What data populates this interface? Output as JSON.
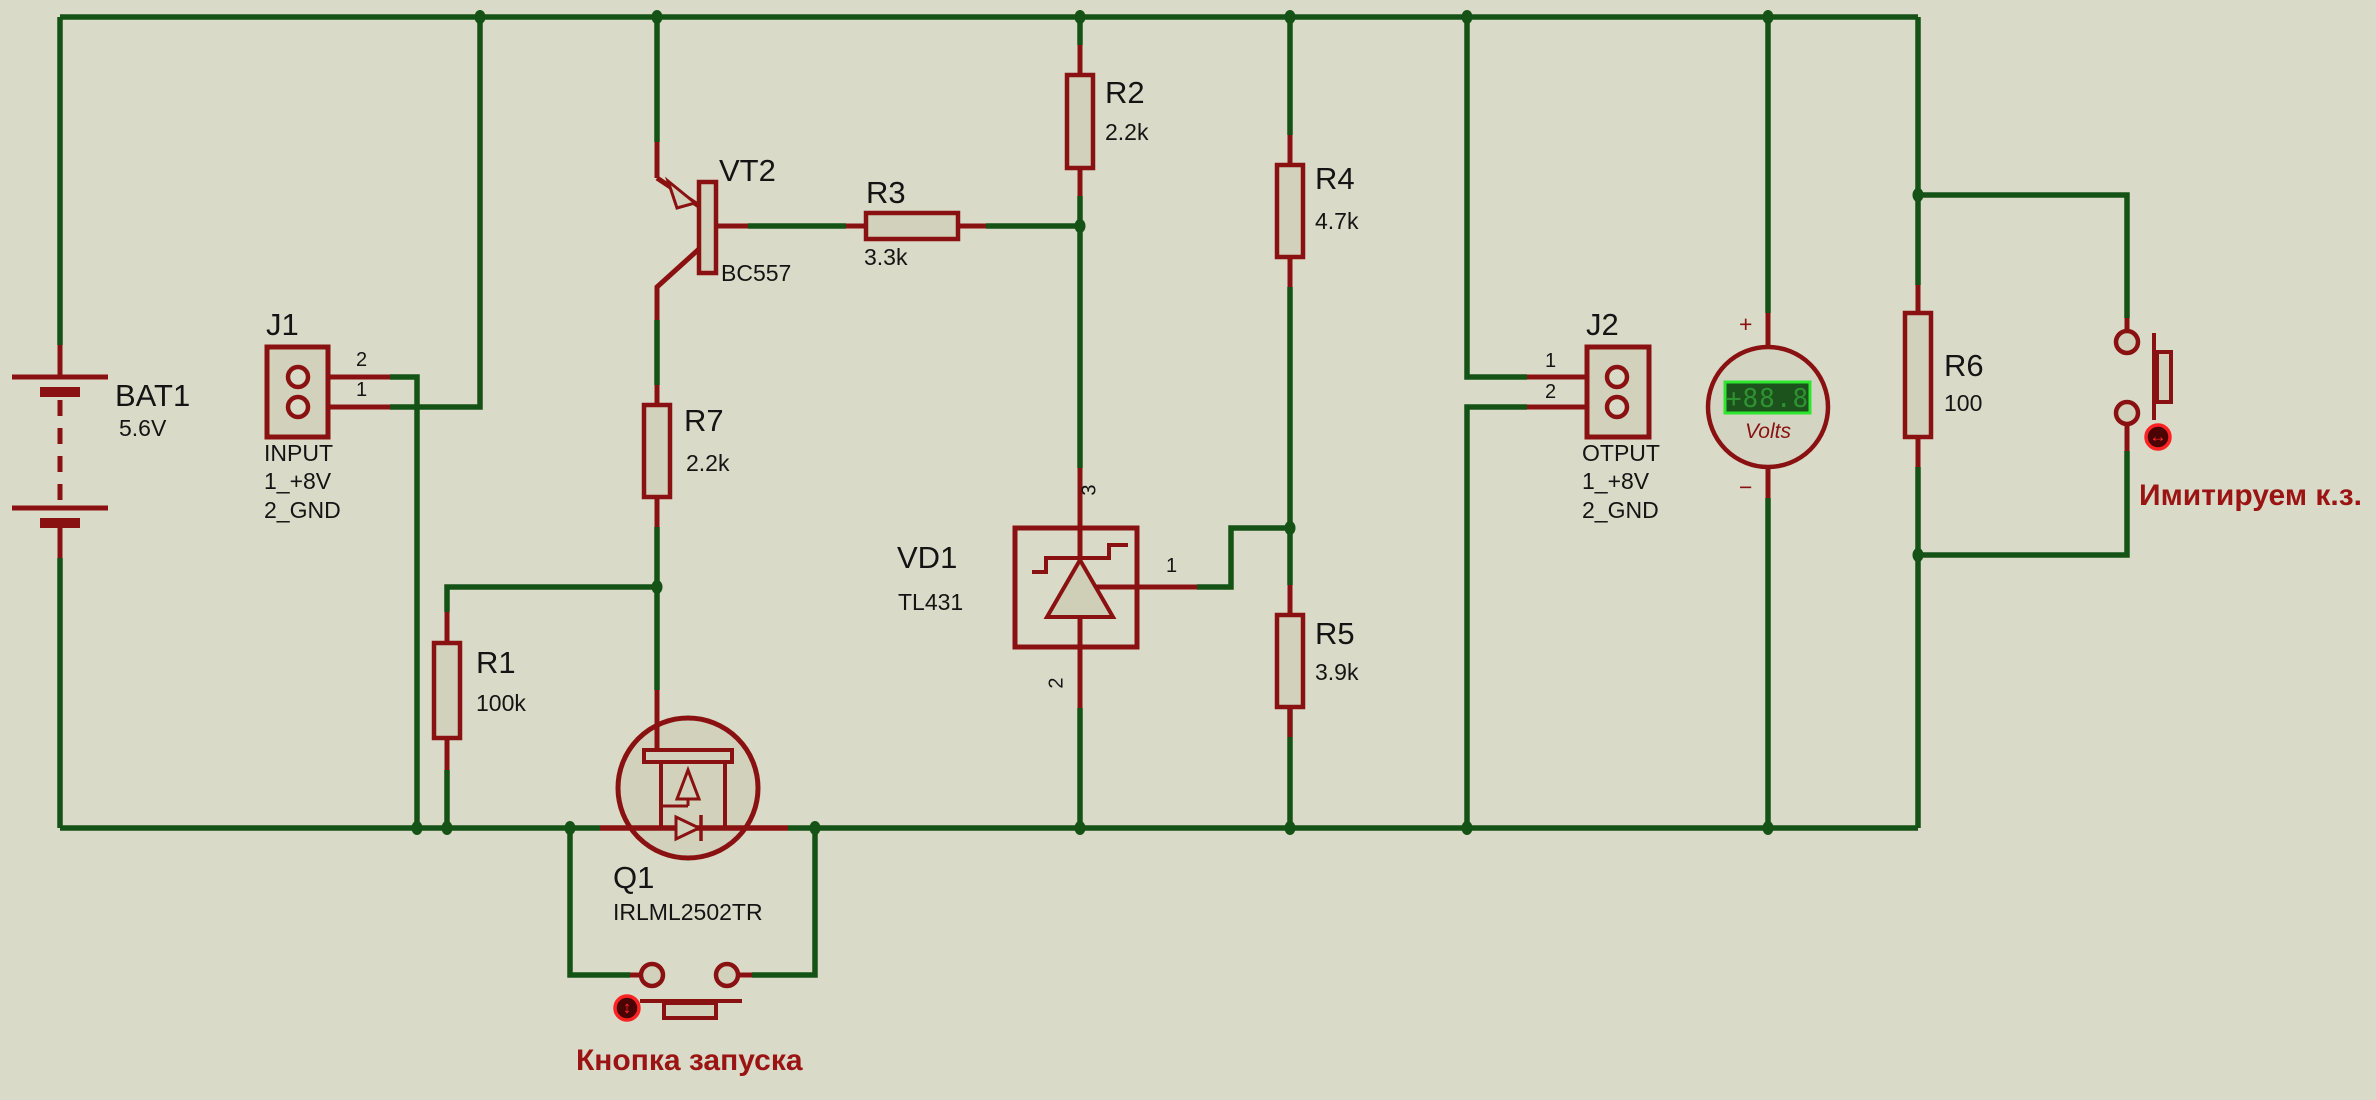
{
  "colors": {
    "background": "#dadac8",
    "wire_green": "#155215",
    "component_maroon": "#8a1111",
    "component_fill": "#d2d2bc",
    "annotation_red": "#9b1414",
    "lcd_border": "#2ee62e",
    "lcd_fill": "#1c521c",
    "lcd_digits": "#2f9132",
    "toggle_ring": "#ff2222",
    "toggle_fill": "#4a0202"
  },
  "components": {
    "bat1": {
      "ref": "BAT1",
      "value": "5.6V"
    },
    "j1": {
      "ref": "J1",
      "pin_top": "2",
      "pin_bottom": "1",
      "name": "INPUT",
      "map1": "1_+8V",
      "map2": "2_GND"
    },
    "j2": {
      "ref": "J2",
      "pin_top": "1",
      "pin_bottom": "2",
      "name": "OTPUT",
      "map1": "1_+8V",
      "map2": "2_GND"
    },
    "vt2": {
      "ref": "VT2",
      "value": "BC557"
    },
    "q1": {
      "ref": "Q1",
      "value": "IRLML2502TR"
    },
    "vd1": {
      "ref": "VD1",
      "value": "TL431",
      "pin_ref": "1",
      "pin_anode": "2",
      "pin_cathode": "3"
    },
    "r1": {
      "ref": "R1",
      "value": "100k"
    },
    "r2": {
      "ref": "R2",
      "value": "2.2k"
    },
    "r3": {
      "ref": "R3",
      "value": "3.3k"
    },
    "r4": {
      "ref": "R4",
      "value": "4.7k"
    },
    "r5": {
      "ref": "R5",
      "value": "3.9k"
    },
    "r6": {
      "ref": "R6",
      "value": "100"
    },
    "r7": {
      "ref": "R7",
      "value": "2.2k"
    },
    "voltmeter": {
      "display": "+88.8",
      "unit": "Volts",
      "plus": "+",
      "minus": "−"
    }
  },
  "annotations": {
    "start_button": "Кнопка запуска",
    "short_circuit": "Имитируем к.з."
  },
  "icons": {
    "toggle_vertical": "↕",
    "toggle_horizontal": "↔"
  }
}
